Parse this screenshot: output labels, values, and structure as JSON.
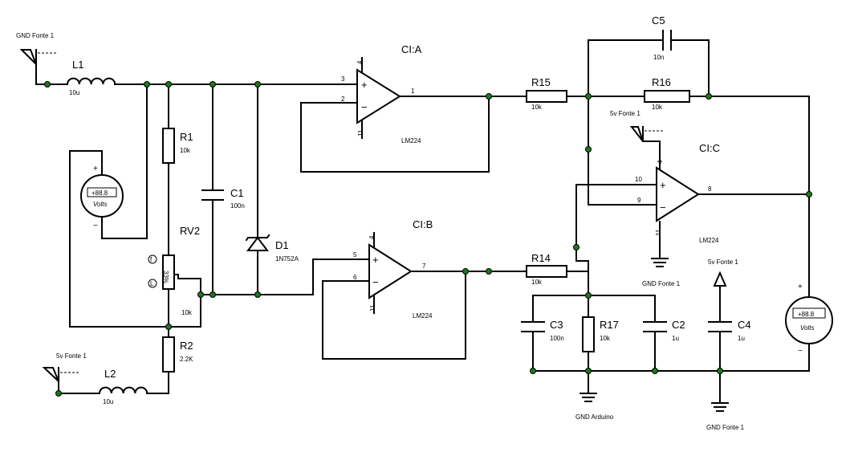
{
  "opamps": {
    "a": {
      "name": "CI:A",
      "model": "LM224",
      "pin_pos": "3",
      "pin_neg": "2",
      "pin_out": "1",
      "pin_vcc": "4",
      "pin_gnd": "11"
    },
    "b": {
      "name": "CI:B",
      "model": "LM224",
      "pin_pos": "5",
      "pin_neg": "6",
      "pin_out": "7",
      "pin_vcc": "4",
      "pin_gnd": "11"
    },
    "c": {
      "name": "CI:C",
      "model": "LM224",
      "pin_pos": "10",
      "pin_neg": "9",
      "pin_out": "8",
      "pin_vcc": "4",
      "pin_gnd": "11"
    }
  },
  "components": {
    "L1": {
      "name": "L1",
      "value": "10u"
    },
    "L2": {
      "name": "L2",
      "value": "10u"
    },
    "R1": {
      "name": "R1",
      "value": "10k"
    },
    "R2": {
      "name": "R2",
      "value": "2.2K"
    },
    "RV2": {
      "name": "RV2",
      "value": "10k",
      "percent": "33%"
    },
    "C1": {
      "name": "C1",
      "value": "100n"
    },
    "D1": {
      "name": "D1",
      "value": "1N752A"
    },
    "R15": {
      "name": "R15",
      "value": "10k"
    },
    "R16": {
      "name": "R16",
      "value": "10k"
    },
    "C5": {
      "name": "C5",
      "value": "10n"
    },
    "R14": {
      "name": "R14",
      "value": "10k"
    },
    "C3": {
      "name": "C3",
      "value": "100n"
    },
    "R17": {
      "name": "R17",
      "value": "10k"
    },
    "C2": {
      "name": "C2",
      "value": "1u"
    },
    "C4": {
      "name": "C4",
      "value": "1u"
    }
  },
  "terminals": {
    "gnd_fonte_top": "GND Fonte 1",
    "fonte_5v_left": "5v Fonte 1",
    "fonte_5v_opc": "5v Fonte 1",
    "gnd_opc": "GND Fonte  1",
    "fonte_5v_c4": "5v Fonte 1",
    "gnd_arduino": "GND Arduino",
    "gnd_fonte_c4": "GND Fonte 1"
  },
  "voltmeters": {
    "left": {
      "display": "+88.8",
      "unit": "Volts",
      "plus": "+",
      "minus": "−"
    },
    "right": {
      "display": "+88.8",
      "unit": "Volts",
      "plus": "+",
      "minus": "−"
    }
  },
  "pot_marks": {
    "up": "f",
    "down": "L"
  },
  "opamp_signs": {
    "plus": "+",
    "minus": "−"
  }
}
